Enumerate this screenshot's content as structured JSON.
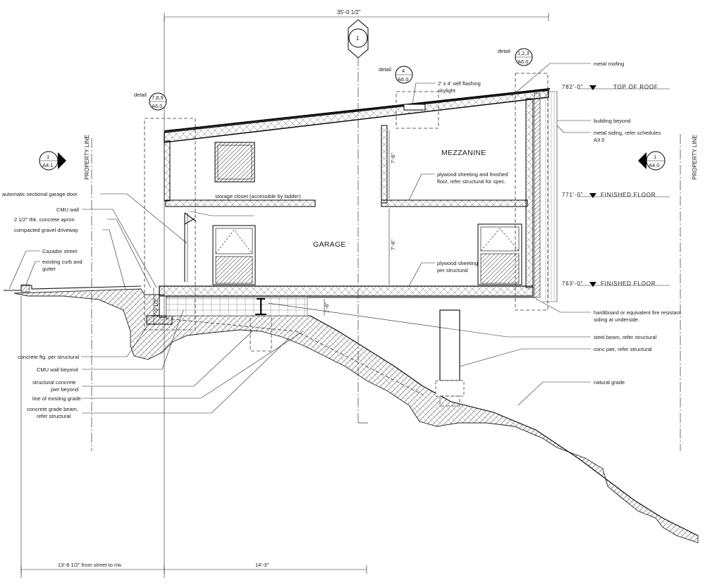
{
  "dimensions": {
    "overall": "35'-0 1/2\"",
    "street_to_rw": "13'-8 1/2\" from street to r/w",
    "garage_depth": "14'-3\"",
    "mezz_height": "7'-6\"",
    "garage_height": "7'-6\"",
    "footing_depth": "2'-9 1/2\"",
    "crawl_height": "1'-6\""
  },
  "section_marks": {
    "top": {
      "number": "1",
      "sheet": ""
    },
    "left": {
      "number": "1",
      "sheet": "A4.1"
    },
    "right": {
      "number": "1",
      "sheet": "A4.0"
    }
  },
  "details": [
    {
      "word": "detail",
      "number": "7,8,9",
      "sheet": "A6.0"
    },
    {
      "word": "detail",
      "number": "4",
      "sheet": "A6.0"
    },
    {
      "word": "detail",
      "number": "1,2,3",
      "sheet": "A6.0"
    }
  ],
  "property_line": "PROPERTY LINE",
  "rooms": {
    "mezzanine": "MEZZANINE",
    "garage": "GARAGE",
    "storage": "storage closet (accessible by ladder)"
  },
  "levels": [
    {
      "elevation": "782'-0\"",
      "name": "TOP OF ROOF"
    },
    {
      "elevation": "771'-0\"",
      "name": "FINISHED FLOOR"
    },
    {
      "elevation": "763'-0\"",
      "name": "FINISHED FLOOR"
    }
  ],
  "notes_left": [
    "automatic sectional garage door",
    "CMU wall",
    "2 1/2\" thk. concrete apron",
    "compacted gravel driveway",
    "Cazador street",
    "existing curb and",
    "gutter"
  ],
  "notes_bottom_left": [
    "concrete ftg. per structural",
    "CMU wall beyond",
    "structural concrete",
    "pier beyond",
    "line of existing grade",
    "concrete grade beam,",
    "refer structural"
  ],
  "notes_right": [
    "metal roofing",
    "building beyond",
    "metal siding, refer schedules",
    "A3.0",
    "hardiboard or equivalent fire resistant",
    "siding at underside.",
    "steel beam, refer structural",
    "conc pier, refer structural",
    "natural grade"
  ],
  "notes_interior": [
    "2' x 4' self flashing",
    "skylight",
    "plywood sheeting and finished",
    "floor, refer structural for spec.",
    "plywood sheeting",
    "per structural"
  ]
}
